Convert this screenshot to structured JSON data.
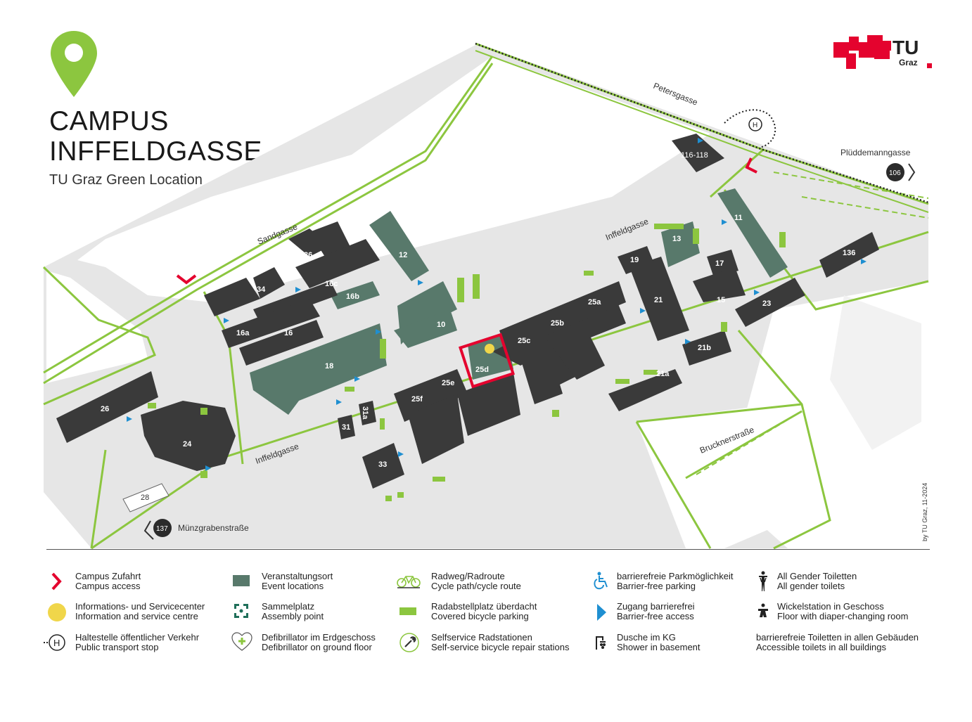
{
  "title": {
    "line1": "CAMPUS",
    "line2": "INFFELDGASSE",
    "subtitle": "TU Graz Green Location"
  },
  "logo": {
    "text_tu": "TU",
    "text_graz": "Graz",
    "color": "#e4032e"
  },
  "colors": {
    "building": "#3a3a3a",
    "event_building": "#58796b",
    "path_green": "#8cc63f",
    "ground": "#e6e6e6",
    "accent_red": "#e4032e",
    "info_yellow": "#f0d64a",
    "access_blue": "#1f8fd1"
  },
  "streets": {
    "petersgasse": "Petersgasse",
    "sandgasse": "Sandgasse",
    "inffeldgasse_top": "Inffeldgasse",
    "inffeldgasse_bottom": "Inffeldgasse",
    "plueddemanngasse": "Plüddemanngasse",
    "bruckner": "Brucknerstraße",
    "muenzgraben": "Münzgrabenstraße"
  },
  "transport_stops": [
    "106",
    "137"
  ],
  "buildings": {
    "b116": "116-118",
    "b36": "36",
    "b34": "34",
    "b16c": "16c",
    "b16b": "16b",
    "b16a": "16a",
    "b16": "16",
    "b12": "12",
    "b10": "10",
    "b18": "18",
    "b26": "26",
    "b24": "24",
    "b28": "28",
    "b31": "31",
    "b31a": "31a",
    "b33": "33",
    "b25a": "25a",
    "b25b": "25b",
    "b25c": "25c",
    "b25d": "25d",
    "b25e": "25e",
    "b25f": "25f",
    "b19": "19",
    "b21": "21",
    "b21a": "21a",
    "b21b": "21b",
    "b13": "13",
    "b17": "17",
    "b15": "15",
    "b11": "11",
    "b23": "23",
    "b136": "136"
  },
  "credit": "by TU Graz, 11-2024",
  "legend": [
    {
      "icon": "campus-access-icon",
      "l1": "Campus Zufahrt",
      "l2": "Campus access"
    },
    {
      "icon": "info-centre-icon",
      "l1": "Informations- und Servicecenter",
      "l2": "Information and service centre"
    },
    {
      "icon": "transport-stop-icon",
      "l1": "Haltestelle öffentlicher Verkehr",
      "l2": "Public transport stop"
    },
    {
      "icon": "event-location-icon",
      "l1": "Veranstaltungsort",
      "l2": "Event locations"
    },
    {
      "icon": "assembly-point-icon",
      "l1": "Sammelplatz",
      "l2": "Assembly point"
    },
    {
      "icon": "defibrillator-icon",
      "l1": "Defibrillator im Erdgeschoss",
      "l2": "Defibrillator on ground floor"
    },
    {
      "icon": "cycle-path-icon",
      "l1": "Radweg/Radroute",
      "l2": "Cycle path/cycle route"
    },
    {
      "icon": "bike-parking-icon",
      "l1": "Radabstellplatz überdacht",
      "l2": "Covered bicycle parking"
    },
    {
      "icon": "repair-station-icon",
      "l1": "Selfservice Radstationen",
      "l2": "Self-service bicycle repair stations"
    },
    {
      "icon": "wheelchair-parking-icon",
      "l1": "barrierefreie Parkmöglichkeit",
      "l2": "Barrier-free parking"
    },
    {
      "icon": "barrier-free-access-icon",
      "l1": "Zugang barrierefrei",
      "l2": "Barrier-free access"
    },
    {
      "icon": "shower-icon",
      "l1": "Dusche im KG",
      "l2": "Shower in basement"
    },
    {
      "icon": "all-gender-toilet-icon",
      "l1": "All Gender Toiletten",
      "l2": "All gender toilets"
    },
    {
      "icon": "diaper-change-icon",
      "l1": "Wickelstation in Geschoss",
      "l2": "Floor with diaper-changing room"
    },
    {
      "icon": "",
      "l1": "barrierefreie Toiletten in allen Gebäuden",
      "l2": "Accessible toilets in all buildings"
    }
  ]
}
